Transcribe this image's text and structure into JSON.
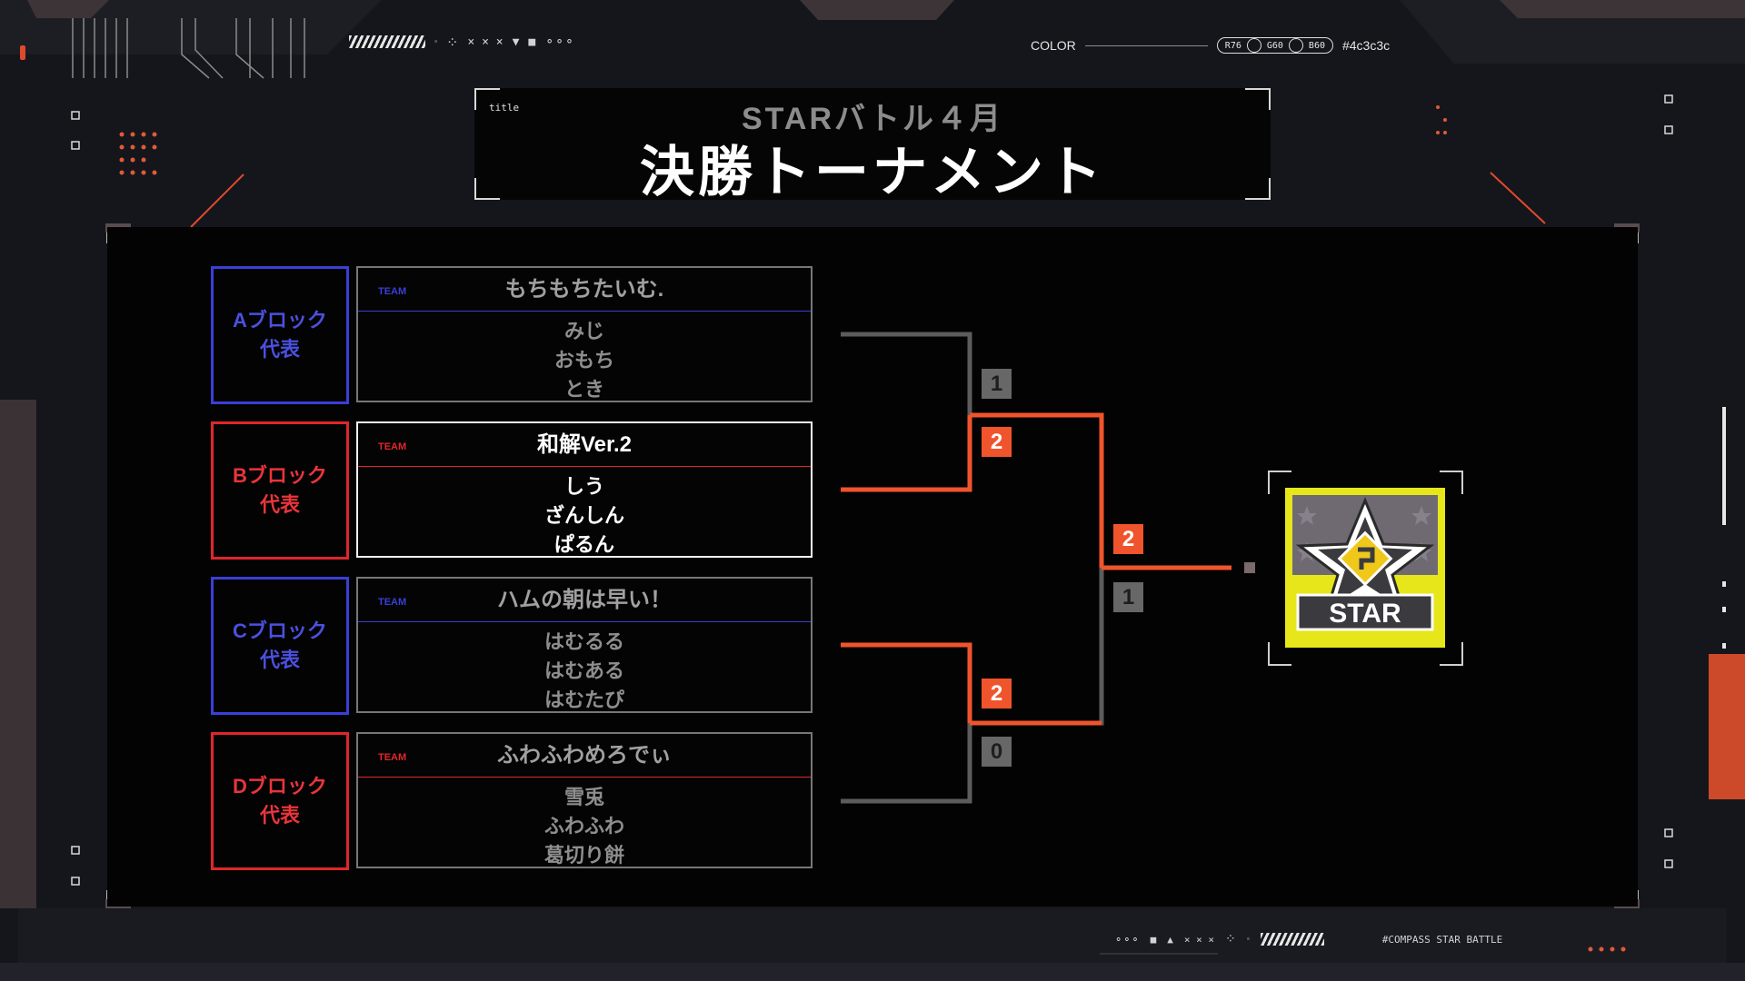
{
  "header": {
    "symbols": "× × ×",
    "color_label": "COLOR",
    "rgb": [
      "R76",
      "G60",
      "B60"
    ],
    "hex": "#4c3c3c"
  },
  "title": {
    "label": "title",
    "subtitle": "STARバトル４月",
    "main": "決勝トーナメント"
  },
  "bracket": {
    "team_tag": "TEAM",
    "teams": [
      {
        "block": "Aブロック",
        "block_sub": "代表",
        "name": "もちもちたいむ.",
        "members": [
          "みじ",
          "おもち",
          "とき"
        ]
      },
      {
        "block": "Bブロック",
        "block_sub": "代表",
        "name": "和解Ver.2",
        "members": [
          "しう",
          "ざんしん",
          "ぱるん"
        ]
      },
      {
        "block": "Cブロック",
        "block_sub": "代表",
        "name": "ハムの朝は早い！",
        "members": [
          "はむるる",
          "はむある",
          "はむたぴ"
        ]
      },
      {
        "block": "Dブロック",
        "block_sub": "代表",
        "name": "ふわふわめろでぃ",
        "members": [
          "雪兎",
          "ふわふわ",
          "葛切り餅"
        ]
      }
    ],
    "scores": {
      "semi1_top": "1",
      "semi1_bottom": "2",
      "semi2_top": "2",
      "semi2_bottom": "0",
      "final_top": "2",
      "final_bottom": "1"
    }
  },
  "trophy": {
    "text": "STAR"
  },
  "footer": {
    "symbols": "× × ×",
    "hashtag": "#COMPASS STAR BATTLE"
  },
  "colors": {
    "accent_orange": "#f0542c",
    "blue_block": "#3a3fd6",
    "red_block": "#e0262c",
    "trophy_yellow": "#e6e61a"
  }
}
